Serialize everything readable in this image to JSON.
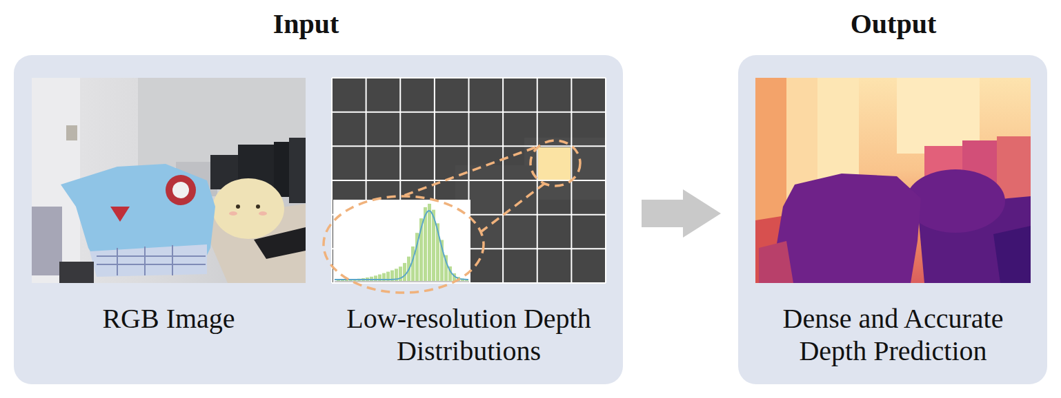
{
  "diagram": {
    "nodes": [
      {
        "text": [
          "Input"
        ]
      },
      {
        "text": [
          "RGB Image"
        ],
        "in": 0
      },
      {
        "text": [
          "Low-resolution Depth Distributions"
        ],
        "in": 0
      },
      {
        "text": [
          "Output"
        ]
      },
      {
        "text": [
          "Dense and Accurate Depth Prediction"
        ],
        "in": 3
      }
    ],
    "edges": [
      {
        "from": 0,
        "to": 3,
        "arrow": "to"
      }
    ]
  }
}
